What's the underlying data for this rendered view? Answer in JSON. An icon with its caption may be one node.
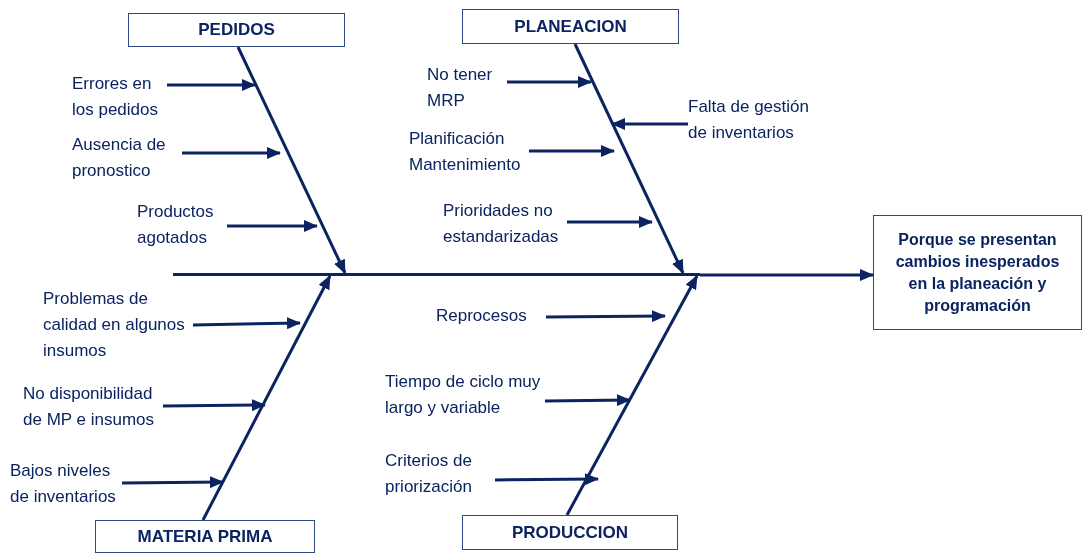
{
  "diagram": {
    "nodes": [
      {
        "text": [
          "PEDIDOS"
        ]
      },
      {
        "text": [
          "Errores en los pedidos"
        ]
      },
      {
        "text": [
          "Ausencia de pronostico"
        ]
      },
      {
        "text": [
          "Productos agotados"
        ]
      },
      {
        "text": [
          "PLANEACION"
        ]
      },
      {
        "text": [
          "No tener MRP"
        ]
      },
      {
        "text": [
          "Falta de gestión de inventarios"
        ]
      },
      {
        "text": [
          "Planificación Mantenimiento"
        ]
      },
      {
        "text": [
          "Prioridades no estandarizadas"
        ]
      },
      {
        "text": [
          "Porque se presentan cambios inesperados en la planeación y programación"
        ]
      },
      {
        "text": [],
        "shape": "bar"
      },
      {
        "text": [
          "Problemas de calidad en algunos insumos"
        ]
      },
      {
        "text": [
          "No disponibilidad de MP e insumos"
        ]
      },
      {
        "text": [
          "Bajos niveles de inventarios"
        ]
      },
      {
        "text": [
          "Reprocesos"
        ]
      },
      {
        "text": [
          "Tiempo de ciclo muy largo y variable"
        ]
      },
      {
        "text": [
          "Criterios de priorización"
        ]
      },
      {
        "text": [
          "MATERIA PRIMA"
        ]
      },
      {
        "text": [
          "PRODUCCION"
        ]
      }
    ],
    "edges": [
      {
        "from": 0,
        "to": 10,
        "arrow": "to"
      },
      {
        "from": 1,
        "to": null,
        "arrow": "to"
      },
      {
        "from": 2,
        "to": null,
        "arrow": "to"
      },
      {
        "from": 3,
        "to": null,
        "arrow": "to"
      },
      {
        "from": 4,
        "to": 10,
        "arrow": "to"
      },
      {
        "from": 5,
        "to": null,
        "arrow": "to"
      },
      {
        "from": 6,
        "to": null,
        "arrow": "to"
      },
      {
        "from": 7,
        "to": null,
        "arrow": "to"
      },
      {
        "from": 8,
        "to": null,
        "arrow": "to"
      },
      {
        "from": 10,
        "to": 9,
        "arrow": "to"
      },
      {
        "from": 17,
        "to": 10,
        "arrow": "to"
      },
      {
        "from": 11,
        "to": null,
        "arrow": "to"
      },
      {
        "from": 12,
        "to": null,
        "arrow": "to"
      },
      {
        "from": 13,
        "to": null,
        "arrow": "to"
      },
      {
        "from": 18,
        "to": 10,
        "arrow": "to"
      },
      {
        "from": 14,
        "to": null,
        "arrow": "to"
      },
      {
        "from": 15,
        "to": null,
        "arrow": "to"
      },
      {
        "from": 16,
        "to": null,
        "arrow": "to"
      }
    ]
  }
}
